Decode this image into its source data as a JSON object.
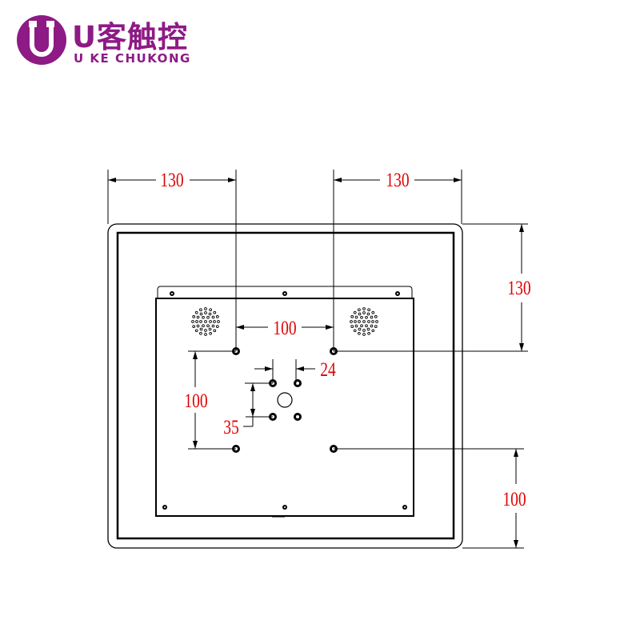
{
  "logo": {
    "mark": "U",
    "chinese": "U客触控",
    "english": "U  KE CHUKONG",
    "color": "#8e1a85"
  },
  "dimensions": {
    "top_left_width": "130",
    "top_right_width": "130",
    "right_top_height": "130",
    "right_bottom_height": "100",
    "vesa_large_horizontal": "100",
    "vesa_large_vertical": "100",
    "vesa_small_horizontal": "24",
    "vesa_small_vertical": "35"
  },
  "colors": {
    "dimension_text": "#e00000",
    "line": "#000000"
  }
}
